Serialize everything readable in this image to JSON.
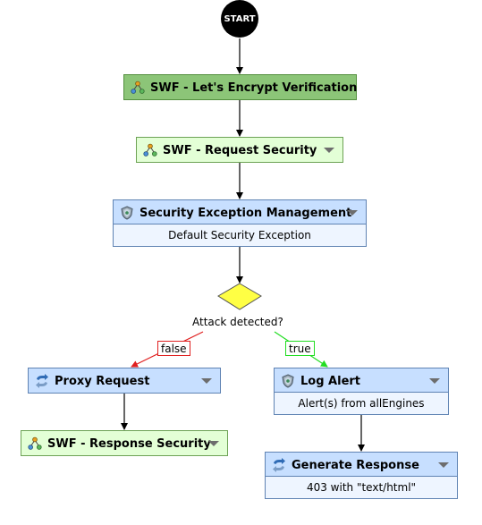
{
  "start": {
    "label": "START"
  },
  "nodes": {
    "letsencrypt": {
      "title": "SWF - Let's Encrypt Verification",
      "icon": "workflow-icon"
    },
    "request_security": {
      "title": "SWF - Request Security",
      "icon": "workflow-icon"
    },
    "security_exception": {
      "title": "Security Exception Management",
      "subtitle": "Default Security Exception",
      "icon": "shield-icon"
    },
    "decision": {
      "label": "Attack detected?"
    },
    "proxy_request": {
      "title": "Proxy Request",
      "icon": "proxy-arrows-icon"
    },
    "response_security": {
      "title": "SWF - Response Security",
      "icon": "workflow-icon"
    },
    "log_alert": {
      "title": "Log Alert",
      "subtitle": "Alert(s) from allEngines",
      "icon": "shield-icon"
    },
    "generate_response": {
      "title": "Generate Response",
      "subtitle": "403 with \"text/html\"",
      "icon": "proxy-arrows-icon"
    }
  },
  "branches": {
    "false_label": "false",
    "true_label": "true"
  },
  "colors": {
    "false_branch": "#e02020",
    "true_branch": "#22dd22",
    "connector": "#000000"
  }
}
